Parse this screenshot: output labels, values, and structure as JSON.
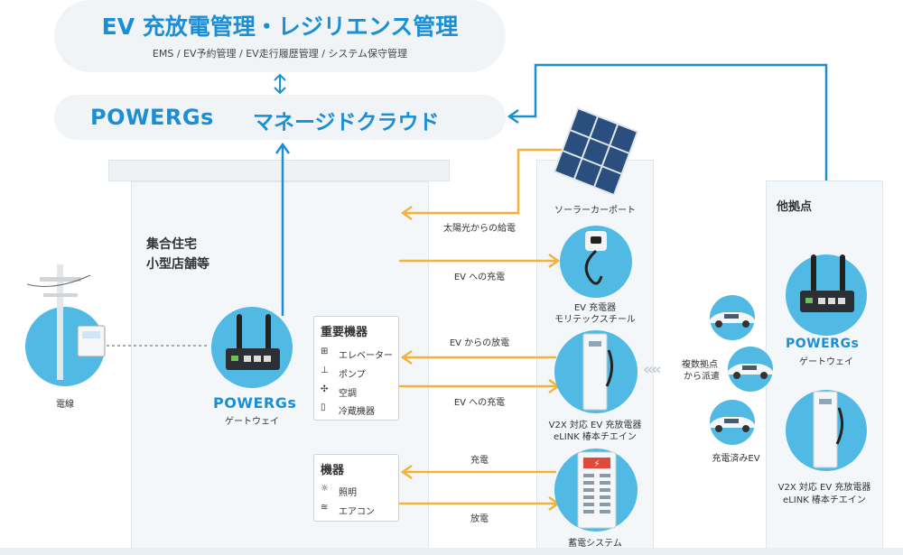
{
  "header": {
    "title": "EV 充放電管理・レジリエンス管理",
    "subtitle": "EMS / EV予約管理 / EV走行履歴管理 / システム保守管理"
  },
  "cloud": {
    "logo": "POWERGs",
    "label": "マネージドクラウド"
  },
  "left_site": {
    "label_line1": "集合住宅",
    "label_line2": "小型店舗等",
    "power_line_label": "電線",
    "gateway_logo": "POWERGs",
    "gateway_label": "ゲートウェイ"
  },
  "important_equipment": {
    "title": "重要機器",
    "items": [
      "エレベーター",
      "ポンプ",
      "空調",
      "冷蔵機器"
    ]
  },
  "equipment": {
    "title": "機器",
    "items": [
      "照明",
      "エアコン"
    ]
  },
  "flows": {
    "solar_supply": "太陽光からの給電",
    "to_ev_1": "EV への充電",
    "from_ev": "EV からの放電",
    "to_ev_2": "EV への充電",
    "charge": "充電",
    "discharge": "放電"
  },
  "devices": {
    "solar": "ソーラーカーポート",
    "ev_charger_line1": "EV 充電器",
    "ev_charger_line2": "モリテックスチール",
    "v2x_line1": "V2X 対応 EV 充放電器",
    "v2x_line2": "eLINK 椿本チエイン",
    "storage": "蓄電システム"
  },
  "dispatch": {
    "line1": "複数拠点",
    "line2": "から派遣",
    "charged_ev": "充電済みEV"
  },
  "other_site": {
    "title": "他拠点",
    "gateway_logo": "POWERGs",
    "gateway_label": "ゲートウェイ",
    "v2x_line1": "V2X 対応 EV 充放電器",
    "v2x_line2": "eLINK 椿本チエイン"
  },
  "colors": {
    "brand_blue": "#1b8fd6",
    "arrow_orange": "#f2b33d",
    "circle_blue": "#50b9e4",
    "logo_orange": "#f4a623"
  }
}
